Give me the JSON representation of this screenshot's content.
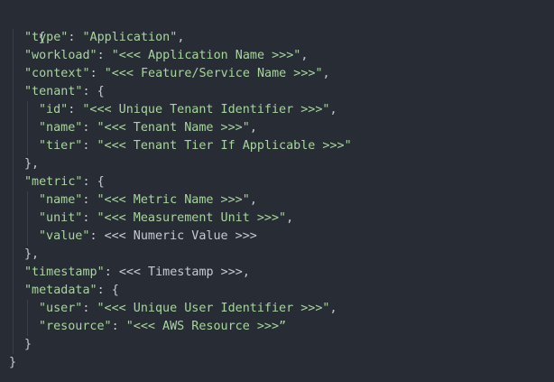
{
  "code": {
    "open_brace": "{",
    "close_brace": "}",
    "lines": {
      "type": {
        "key": "\"type\"",
        "sep": ": ",
        "value": "\"Application\"",
        "end": ","
      },
      "workload": {
        "key": "\"workload\"",
        "sep": ": ",
        "value": "\"<<< Application Name >>>\"",
        "end": ","
      },
      "context": {
        "key": "\"context\"",
        "sep": ": ",
        "value": "\"<<< Feature/Service Name >>>\"",
        "end": ","
      },
      "tenant_open": {
        "key": "\"tenant\"",
        "sep": ": ",
        "brace": "{"
      },
      "tenant_id": {
        "key": "\"id\"",
        "sep": ": ",
        "value": "\"<<< Unique Tenant Identifier >>>\"",
        "end": ","
      },
      "tenant_name": {
        "key": "\"name\"",
        "sep": ": ",
        "value": "\"<<< Tenant Name >>>\"",
        "end": ","
      },
      "tenant_tier": {
        "key": "\"tier\"",
        "sep": ": ",
        "value": "\"<<< Tenant Tier If Applicable >>>\""
      },
      "tenant_close": {
        "text": "},"
      },
      "metric_open": {
        "key": "\"metric\"",
        "sep": ": ",
        "brace": "{"
      },
      "metric_name": {
        "key": "\"name\"",
        "sep": ": ",
        "value": "\"<<< Metric Name >>>\"",
        "end": ","
      },
      "metric_unit": {
        "key": "\"unit\"",
        "sep": ": ",
        "value": "\"<<< Measurement Unit >>>\"",
        "end": ","
      },
      "metric_value": {
        "key": "\"value\"",
        "sep": ": ",
        "value": "<<< Numeric Value >>>"
      },
      "metric_close": {
        "text": "},"
      },
      "timestamp": {
        "key": "\"timestamp\"",
        "sep": ": ",
        "value": "<<< Timestamp >>>",
        "end": ","
      },
      "metadata_open": {
        "key": "\"metadata\"",
        "sep": ": ",
        "brace": "{"
      },
      "metadata_user": {
        "key": "\"user\"",
        "sep": ": ",
        "value": "\"<<< Unique User Identifier >>>\"",
        "end": ","
      },
      "metadata_resource": {
        "key": "\"resource\"",
        "sep": ": ",
        "value": "\"<<< AWS Resource >>>”"
      },
      "metadata_close": {
        "text": "}"
      }
    }
  },
  "colors": {
    "background": "#282c34",
    "string": "#a8d5a0",
    "punctuation": "#c5cad3",
    "indent_guide": "#3b4048"
  }
}
